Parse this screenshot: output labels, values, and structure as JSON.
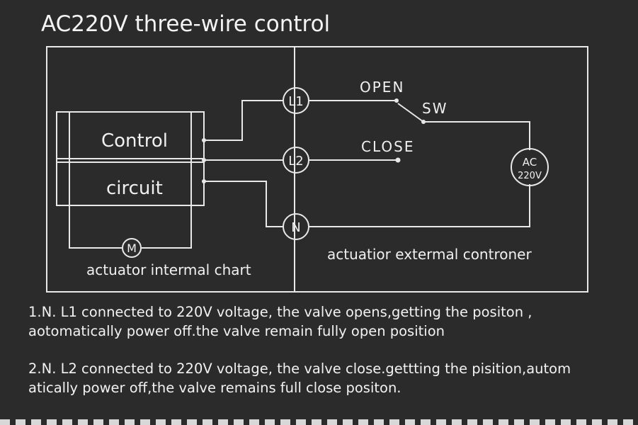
{
  "title": "AC220V three-wire control",
  "labels": {
    "control": "Control",
    "circuit": "circuit",
    "motor": "M",
    "internal_caption": "actuator intermal chart",
    "external_caption": "actuatior extermal controner",
    "terminal_l1": "L1",
    "terminal_l2": "L2",
    "terminal_n": "N",
    "open": "OPEN",
    "close": "CLOSE",
    "switch": "SW",
    "ac_top": "AC",
    "ac_bottom": "220V"
  },
  "notes": {
    "note1_line1": "1.N. L1 connected to 220V voltage, the valve opens,getting the positon ,",
    "note1_line2": "aotomatically power off.the valve remain fully open position",
    "note2_line1": "2.N. L2 connected to 220V voltage, the valve close.gettting the pisition,autom",
    "note2_line2": "atically power off,the valve remains full close positon."
  },
  "colors": {
    "background": "#2b2b2b",
    "line": "#e8e8e8",
    "text": "#f2f2f2"
  }
}
